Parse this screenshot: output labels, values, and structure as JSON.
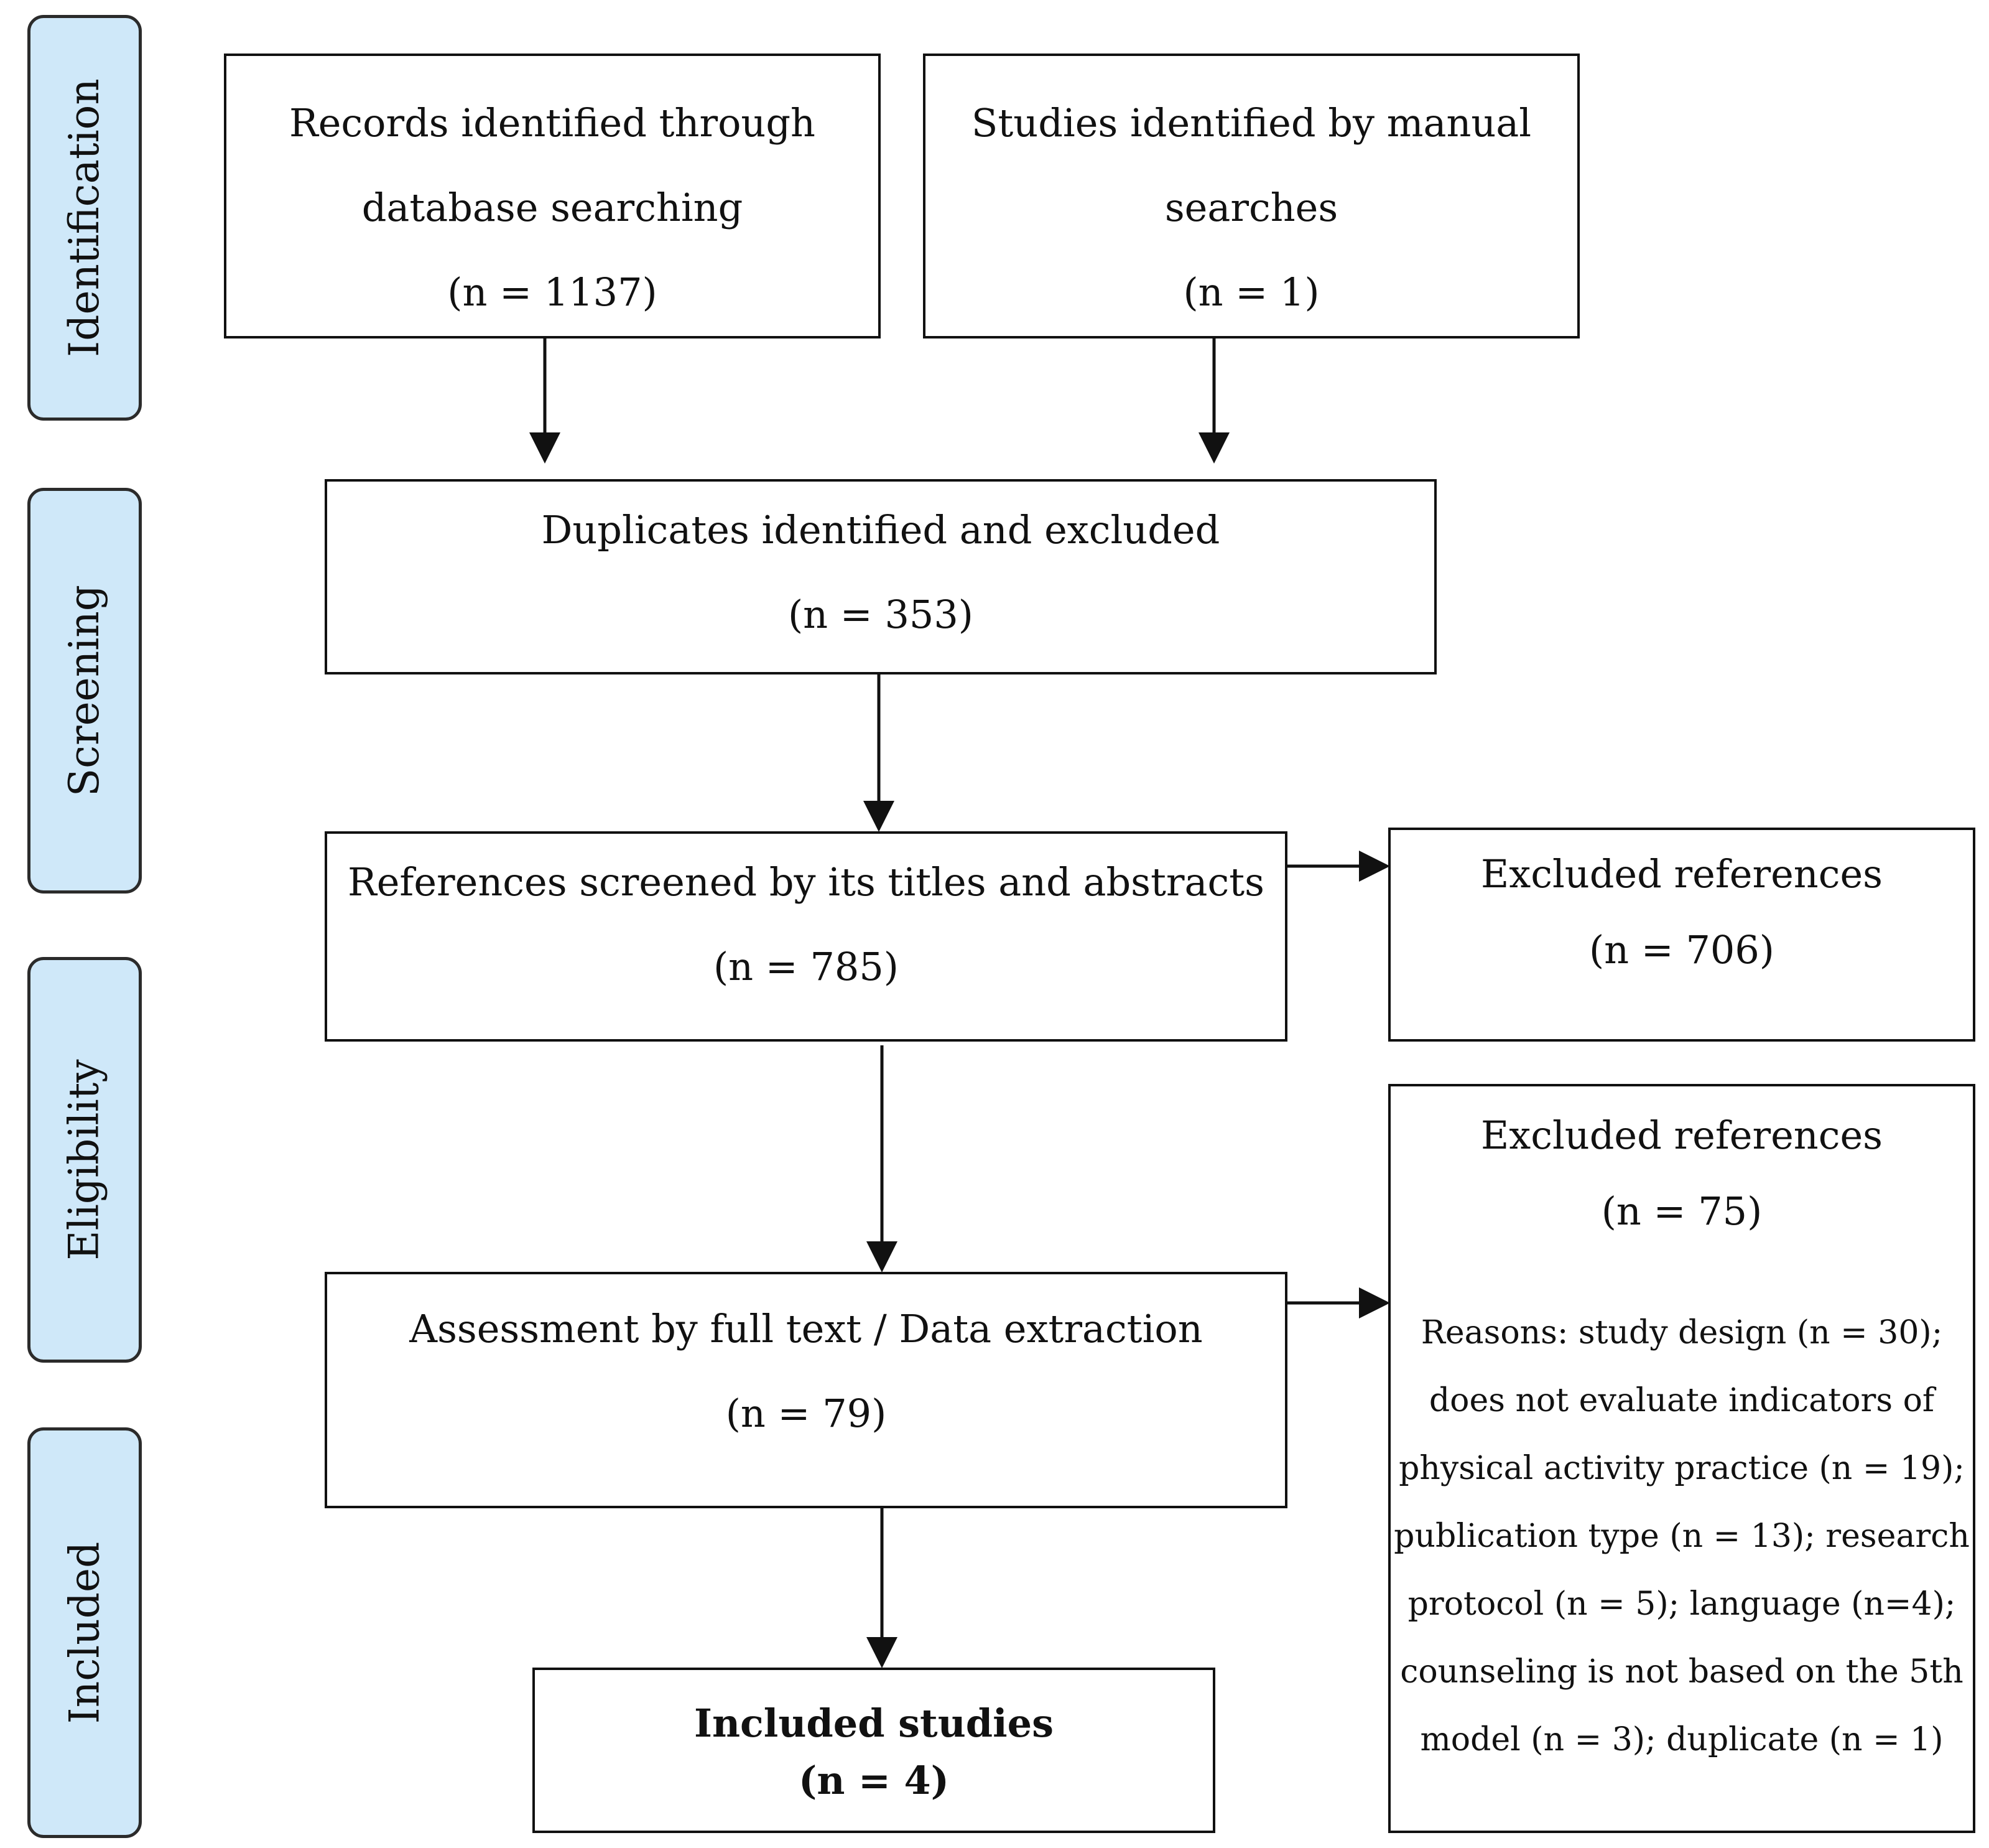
{
  "phases": {
    "identification": "Identification",
    "screening": "Screening",
    "eligibility": "Eligibility",
    "included": "Included"
  },
  "boxes": {
    "records": {
      "lines": [
        "Records identified through",
        "database searching",
        "(n = 1137)"
      ]
    },
    "manual": {
      "lines": [
        "Studies identified by manual",
        "searches",
        "(n = 1)"
      ]
    },
    "duplicates": {
      "lines": [
        "Duplicates identified and excluded",
        "(n = 353)"
      ]
    },
    "screened": {
      "lines": [
        "References screened by its titles and abstracts",
        "(n = 785)"
      ]
    },
    "excluded1": {
      "lines": [
        "Excluded references",
        "(n = 706)"
      ]
    },
    "assessment": {
      "lines": [
        "Assessment by full text / Data extraction",
        "(n = 79)"
      ]
    },
    "excluded2": {
      "lines": [
        "Excluded references",
        "(n = 75)"
      ],
      "reasons": [
        "Reasons: study design (n = 30);",
        "does not evaluate indicators of",
        "physical activity practice (n = 19);",
        "publication type (n = 13); research",
        "protocol (n = 5); language (n=4);",
        "counseling is not based on the 5th",
        "model (n = 3); duplicate (n = 1)"
      ]
    },
    "included": {
      "lines": [
        "Included studies",
        "(n = 4)"
      ]
    }
  }
}
